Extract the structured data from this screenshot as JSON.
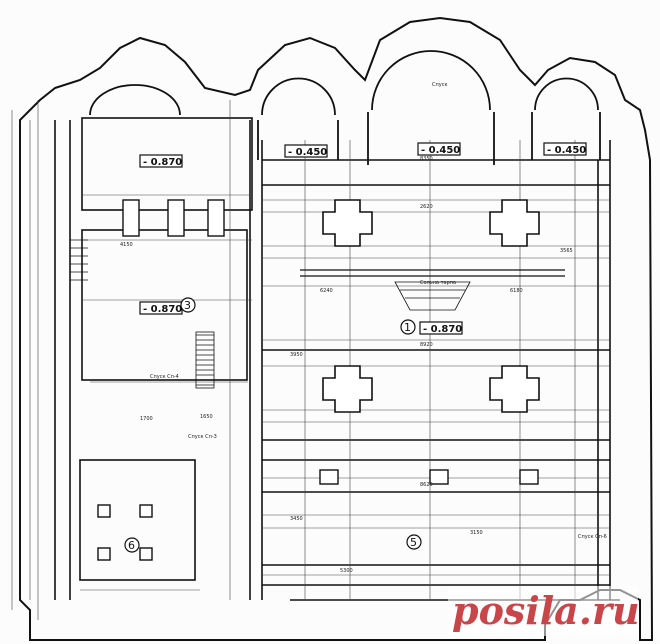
{
  "plan": {
    "elevations": {
      "left_upper": "- 0.870",
      "left_middle": "- 0.870",
      "apse_left": "- 0.450",
      "apse_center": "- 0.450",
      "apse_right": "- 0.450",
      "nave_center": "- 0.870"
    },
    "rooms": {
      "r1": "1",
      "r3": "3",
      "r5": "5",
      "r6": "6"
    },
    "notes": {
      "stairs_left": "Спуск Сп-4",
      "stairs_mid": "Спуск Сп-3",
      "stairs_right": "Спуск Сп-6",
      "stairs_top": "Спуск",
      "altar": "Сольна тарпа"
    },
    "dimensions": [
      "2620",
      "8920",
      "8620",
      "6240",
      "6180",
      "3565",
      "3950",
      "1700",
      "5300",
      "4150",
      "3450",
      "1650",
      "3150",
      "8350"
    ]
  },
  "watermark": "posila.ru"
}
